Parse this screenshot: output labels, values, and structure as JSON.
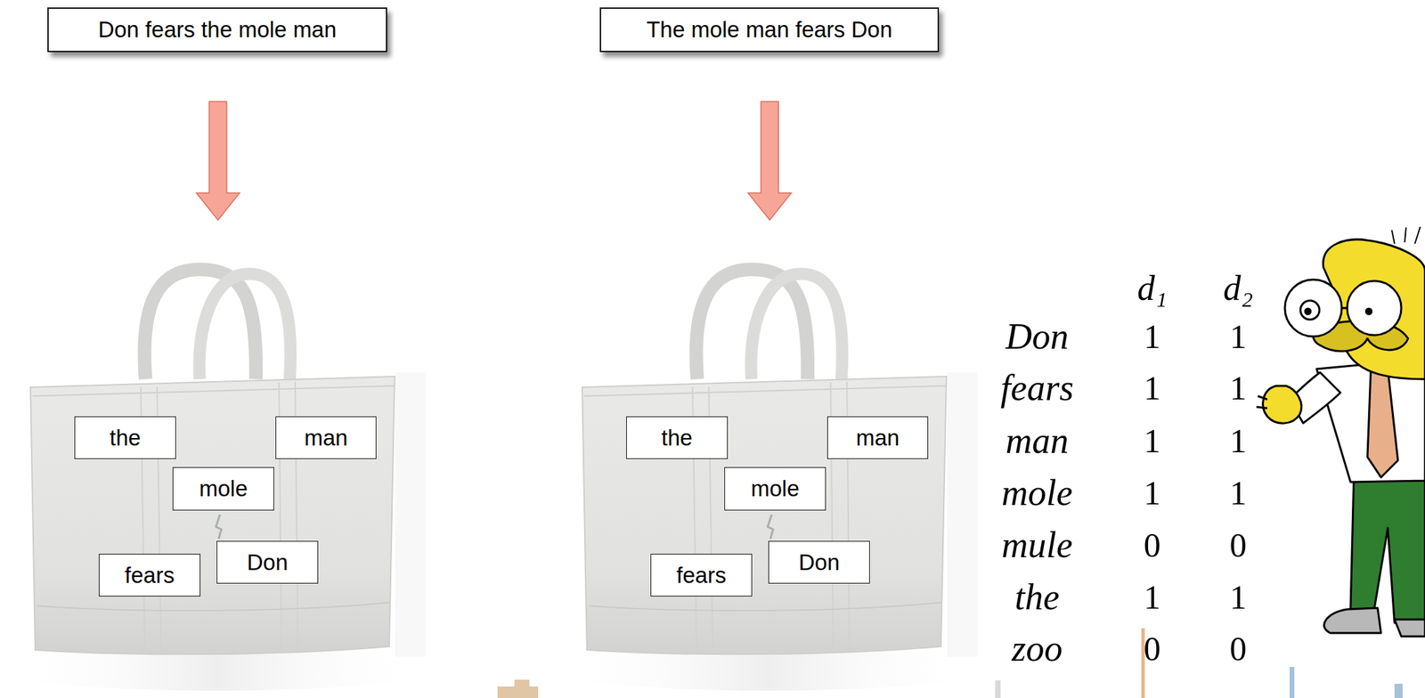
{
  "diagram": {
    "nodes": [
      {
        "text": [
          "Don fears the mole man"
        ]
      },
      {
        "text": [
          "The mole man fears Don"
        ]
      },
      {
        "text": [
          "the"
        ]
      },
      {
        "text": [
          "man"
        ]
      },
      {
        "text": [
          "mole"
        ]
      },
      {
        "text": [
          "fears"
        ]
      },
      {
        "text": [
          "Don"
        ]
      },
      {
        "text": [
          "the"
        ]
      },
      {
        "text": [
          "man"
        ]
      },
      {
        "text": [
          "mole"
        ]
      },
      {
        "text": [
          "fears"
        ]
      },
      {
        "text": [
          "Don"
        ]
      }
    ],
    "labels": [
      "d₁",
      "d₂",
      "Don",
      "1",
      "1",
      "fears",
      "1",
      "1",
      "man",
      "1",
      "1",
      "mole",
      "1",
      "1",
      "mule",
      "0",
      "0",
      "the",
      "1",
      "1",
      "zoo",
      "0",
      "0"
    ]
  }
}
